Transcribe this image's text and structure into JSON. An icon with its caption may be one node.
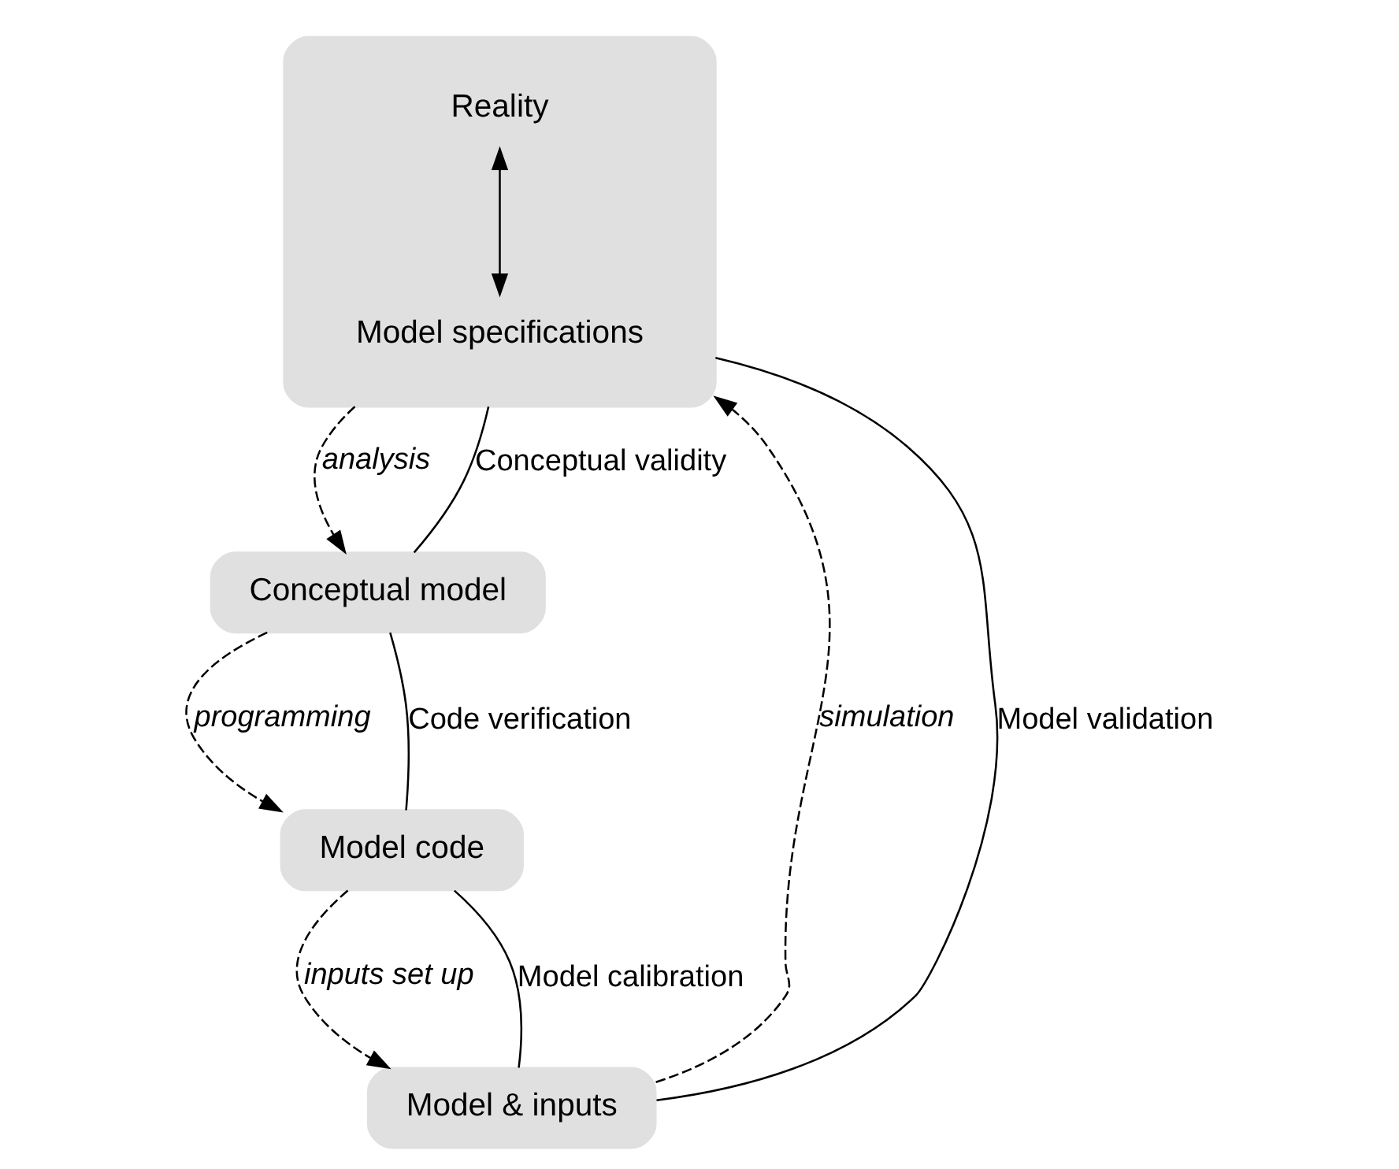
{
  "diagram": {
    "nodes": [
      {
        "text": [],
        "shape": "box"
      },
      {
        "text": [
          "Reality"
        ],
        "in": 0
      },
      {
        "text": [
          "Model specifications"
        ],
        "in": 0
      },
      {
        "text": [
          "Conceptual model"
        ]
      },
      {
        "text": [
          "Model code"
        ]
      },
      {
        "text": [
          "Model & inputs"
        ]
      }
    ],
    "edges": [
      {
        "from": 1,
        "to": 2,
        "arrow": "both"
      },
      {
        "from": 0,
        "to": 3,
        "arrow": "to",
        "style": "dashed",
        "label": "analysis"
      },
      {
        "from": 3,
        "to": 4,
        "arrow": "to",
        "style": "dashed",
        "label": "programming"
      },
      {
        "from": 4,
        "to": 5,
        "arrow": "to",
        "style": "dashed",
        "label": "inputs set up"
      },
      {
        "from": 5,
        "to": 0,
        "arrow": "to",
        "style": "dashed",
        "label": "simulation"
      },
      {
        "from": 0,
        "to": 3,
        "arrow": "none",
        "label": "Conceptual validity"
      },
      {
        "from": 3,
        "to": 4,
        "arrow": "none",
        "label": "Code verification"
      },
      {
        "from": 4,
        "to": 5,
        "arrow": "none",
        "label": "Model calibration"
      },
      {
        "from": 5,
        "to": 0,
        "arrow": "none",
        "label": "Model validation"
      }
    ]
  }
}
